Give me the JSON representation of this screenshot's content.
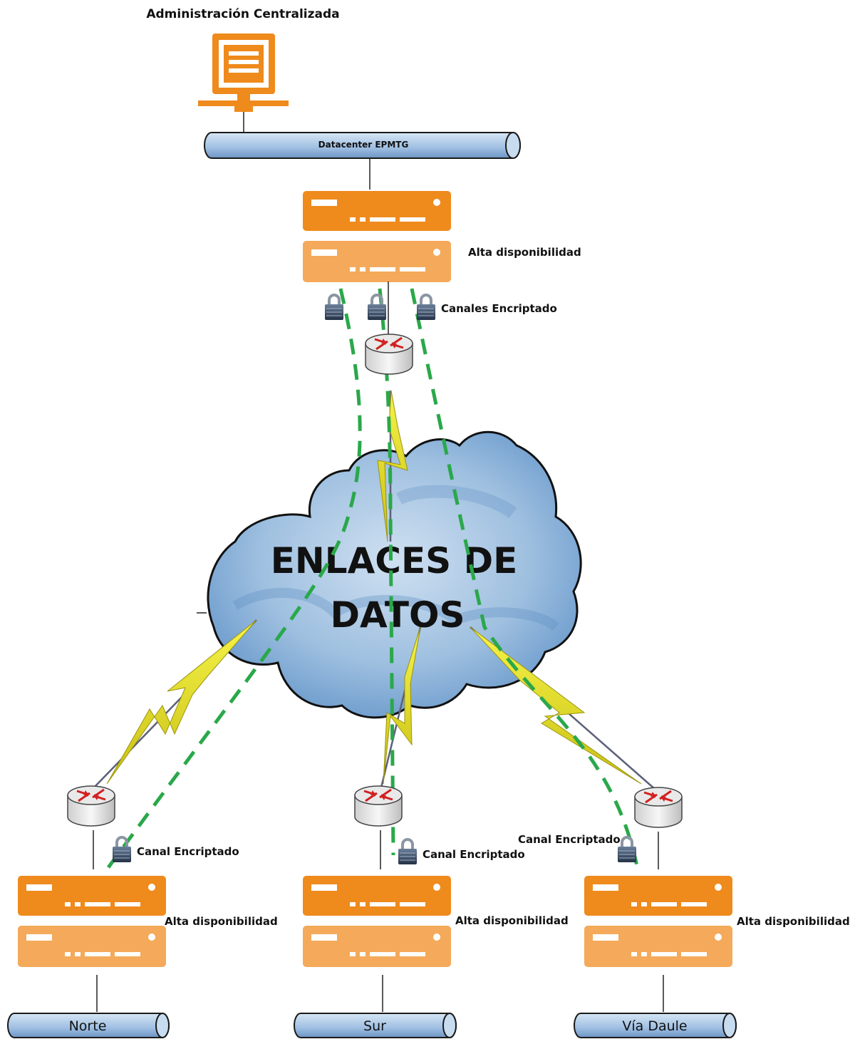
{
  "labels": {
    "admin_title": "Administración Centralizada",
    "datacenter": "Datacenter EPMTG",
    "alta_top": "Alta disponibilidad",
    "canales": "Canales Encriptado",
    "cloud_line1": "ENLACES DE",
    "cloud_line2": "DATOS"
  },
  "branches": [
    {
      "key": "norte",
      "site": "Norte",
      "canal": "Canal Encriptado",
      "alta": "Alta disponibilidad"
    },
    {
      "key": "sur",
      "site": "Sur",
      "canal": "Canal Encriptado",
      "alta": "Alta disponibilidad"
    },
    {
      "key": "via-daule",
      "site": "Vía Daule",
      "canal": "Canal Encriptado",
      "alta": "Alta disponibilidad"
    }
  ],
  "colors": {
    "server_dark": "#ef8a1c",
    "server_light": "#f4aa5a",
    "pipe_fill": "#a9c6e6",
    "pipe_stroke": "#1a1a1a",
    "dash_green": "#2aa84a",
    "bolt_yellow": "#f3f021",
    "cloud_fill": "#9fc0e0",
    "icon_orange": "#ef8a1c"
  }
}
